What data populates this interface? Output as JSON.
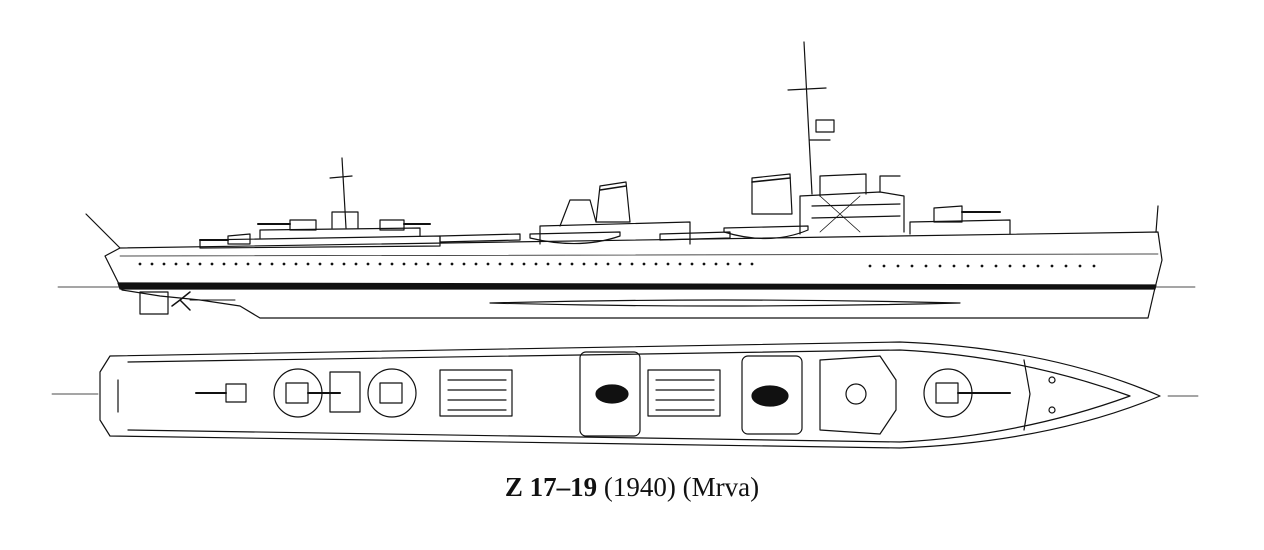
{
  "caption": {
    "designation": "Z 17–19",
    "year": "(1940)",
    "credit": "(Mrva)"
  },
  "colors": {
    "ink": "#111111",
    "paper": "#ffffff"
  }
}
